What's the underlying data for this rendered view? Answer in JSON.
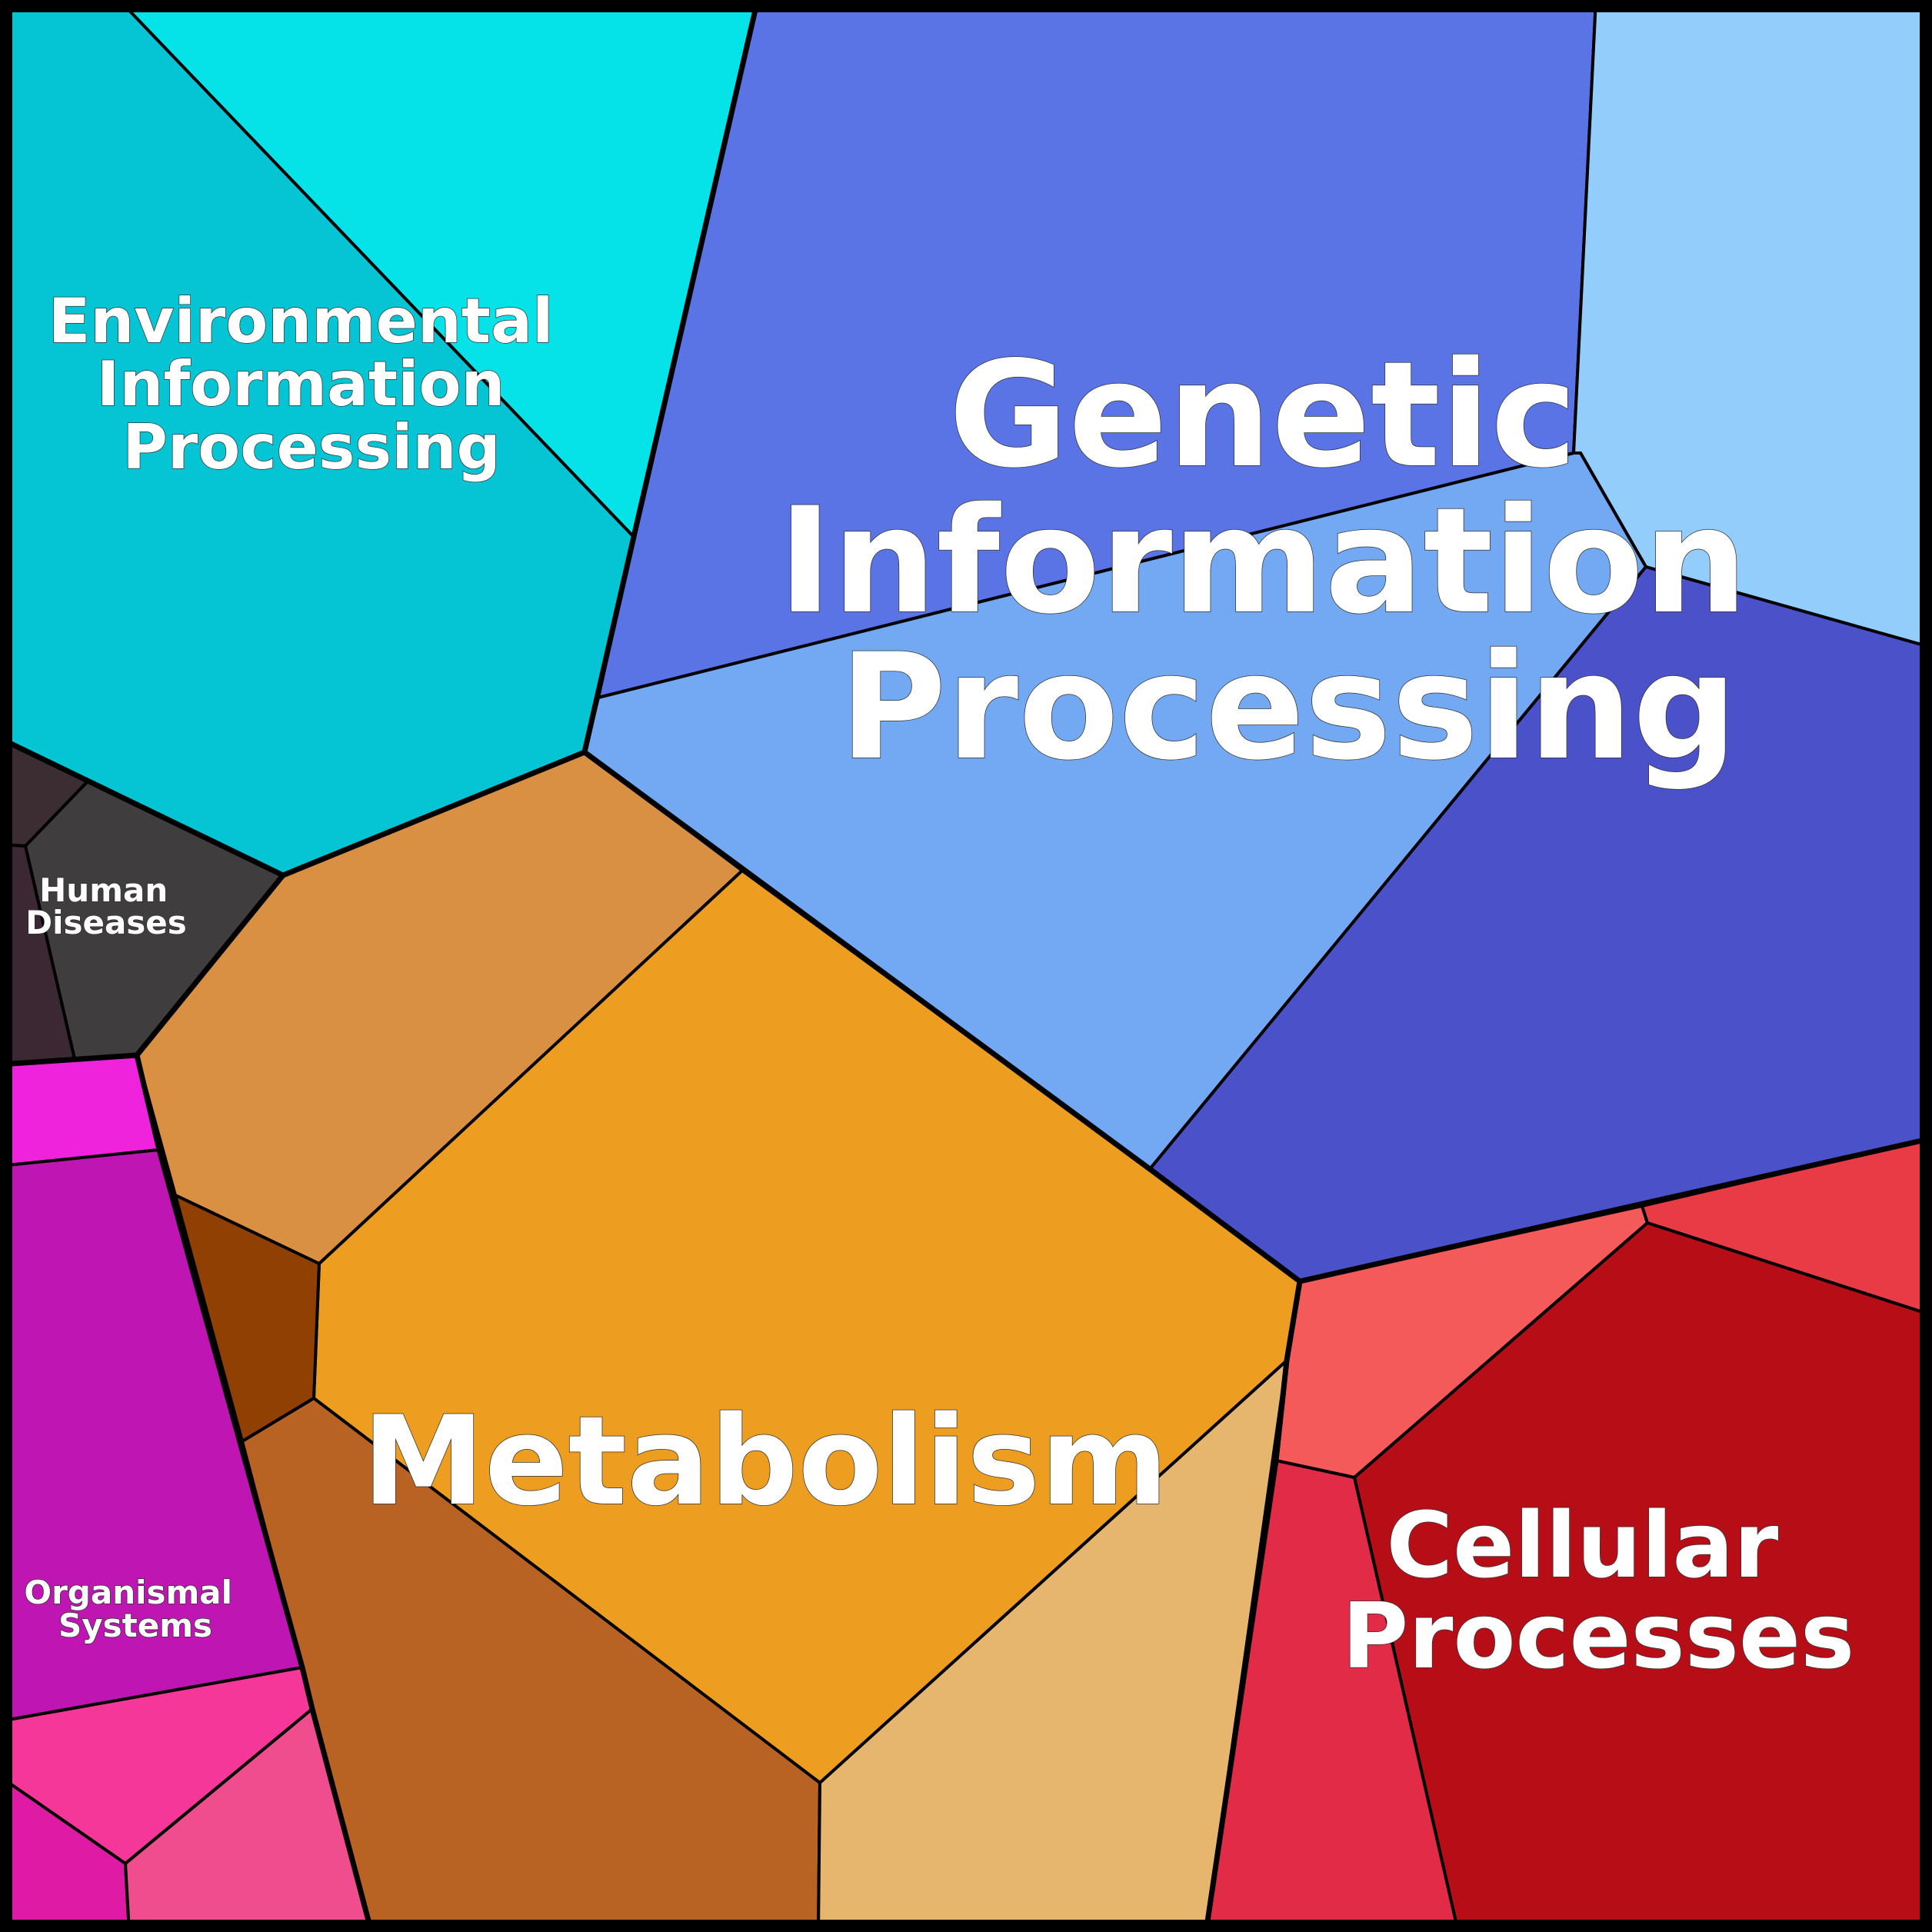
{
  "title": "KEGG pathway category Voronoi treemap",
  "groups": [
    {
      "name": "Environmental Information Processing",
      "label_lines": [
        "Environmental",
        "Information",
        "Processing"
      ],
      "cells": [
        {
          "id": "eip-1",
          "color": "#05C5D5"
        },
        {
          "id": "eip-2",
          "color": "#05E2E8"
        }
      ]
    },
    {
      "name": "Genetic Information Processing",
      "label_lines": [
        "Genetic",
        "Information",
        "Processing"
      ],
      "cells": [
        {
          "id": "gip-1",
          "color": "#5A74E6"
        },
        {
          "id": "gip-2",
          "color": "#92CDFB"
        },
        {
          "id": "gip-3",
          "color": "#73A9F2"
        },
        {
          "id": "gip-4",
          "color": "#4A51C9"
        }
      ]
    },
    {
      "name": "Human Diseases",
      "label_lines": [
        "Human",
        "Diseases"
      ],
      "cells": [
        {
          "id": "hd-1",
          "color": "#3B2D31"
        },
        {
          "id": "hd-2",
          "color": "#403D3F"
        },
        {
          "id": "hd-3",
          "color": "#3C2833"
        }
      ]
    },
    {
      "name": "Metabolism",
      "label_lines": [
        "Metabolism"
      ],
      "cells": [
        {
          "id": "met-1",
          "color": "#D99043"
        },
        {
          "id": "met-2",
          "color": "#ED9D1F"
        },
        {
          "id": "met-3",
          "color": "#904003"
        },
        {
          "id": "met-4",
          "color": "#B86323"
        },
        {
          "id": "met-5",
          "color": "#E6B66E"
        }
      ]
    },
    {
      "name": "Organismal Systems",
      "label_lines": [
        "Organismal",
        "Systems"
      ],
      "cells": [
        {
          "id": "os-1",
          "color": "#EF23DC"
        },
        {
          "id": "os-2",
          "color": "#BE15B3"
        },
        {
          "id": "os-3",
          "color": "#F5379A"
        },
        {
          "id": "os-4",
          "color": "#DF1BA6"
        },
        {
          "id": "os-5",
          "color": "#F04D8F"
        }
      ]
    },
    {
      "name": "Cellular Processes",
      "label_lines": [
        "Cellular",
        "Processes"
      ],
      "cells": [
        {
          "id": "cp-1",
          "color": "#F55A5A"
        },
        {
          "id": "cp-2",
          "color": "#E93B45"
        },
        {
          "id": "cp-3",
          "color": "#B70D16"
        },
        {
          "id": "cp-4",
          "color": "#E22B47"
        }
      ]
    }
  ]
}
